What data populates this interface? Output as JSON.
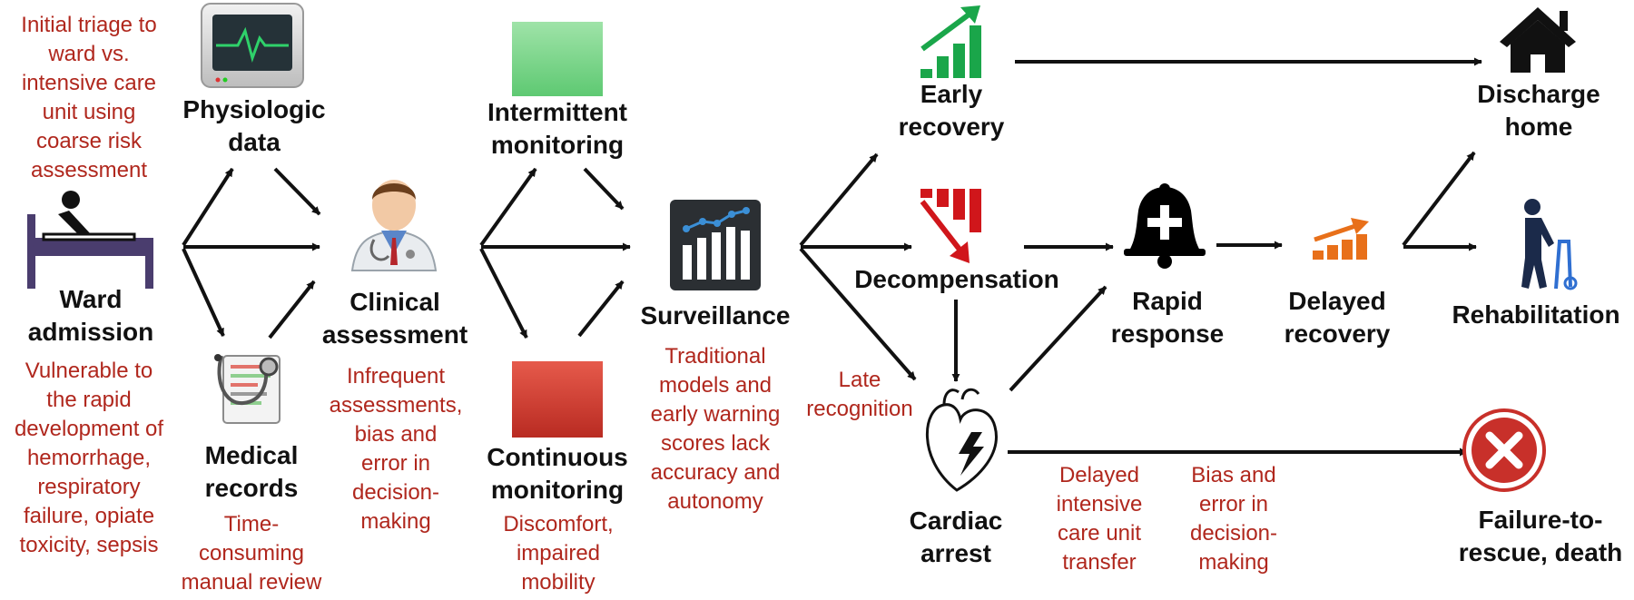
{
  "nodes": {
    "ward_admission": "Ward\nadmission",
    "physiologic_data": "Physiologic\ndata",
    "medical_records": "Medical\nrecords",
    "clinical_assessment": "Clinical\nassessment",
    "intermittent_monitoring": "Intermittent\nmonitoring",
    "continuous_monitoring": "Continuous\nmonitoring",
    "surveillance": "Surveillance",
    "early_recovery": "Early\nrecovery",
    "decompensation": "Decompensation",
    "cardiac_arrest": "Cardiac\narrest",
    "rapid_response": "Rapid\nresponse",
    "delayed_recovery": "Delayed\nrecovery",
    "discharge_home": "Discharge\nhome",
    "rehabilitation": "Rehabilitation",
    "failure_to_rescue": "Failure-to-\nrescue, death"
  },
  "notes": {
    "initial_triage": "Initial triage to\nward vs.\nintensive care\nunit using\ncoarse risk\nassessment",
    "vulnerable": "Vulnerable to\nthe rapid\ndevelopment of\nhemorrhage,\nrespiratory\nfailure, opiate\ntoxicity, sepsis",
    "time_consuming": "Time-\nconsuming\nmanual review",
    "infrequent": "Infrequent\nassessments,\nbias and\nerror  in\ndecision-\nmaking",
    "discomfort": "Discomfort,\nimpaired\nmobility",
    "traditional_models": "Traditional\nmodels and\nearly warning\nscores lack\naccuracy and\nautonomy",
    "late_recognition": "Late\nrecognition",
    "delayed_icu": "Delayed\nintensive\ncare unit\ntransfer",
    "bias_error": "Bias and\nerror  in\ndecision-\nmaking"
  },
  "colors": {
    "note_red": "#b0271d",
    "intermittent_green": "#7fd48e",
    "continuous_red": "#d9473a",
    "early_recovery_green": "#1aa64a",
    "decompensation_red": "#d0161b",
    "delayed_recovery_orange": "#e8701a",
    "failure_red": "#c8302a",
    "bed_purple": "#4a3d6e",
    "rehab_navy": "#1b2a4a"
  },
  "icons": {
    "ward_admission": "hospital-bed-icon",
    "physiologic_data": "vital-monitor-icon",
    "medical_records": "stethoscope-records-icon",
    "clinical_assessment": "doctor-icon",
    "surveillance": "dashboard-chart-icon",
    "early_recovery": "rising-bars-icon",
    "decompensation": "falling-bars-icon",
    "cardiac_arrest": "heart-lightning-icon",
    "rapid_response": "alarm-bell-icon",
    "delayed_recovery": "slow-rising-bars-icon",
    "discharge_home": "house-icon",
    "rehabilitation": "walker-person-icon",
    "failure_to_rescue": "red-x-icon"
  }
}
